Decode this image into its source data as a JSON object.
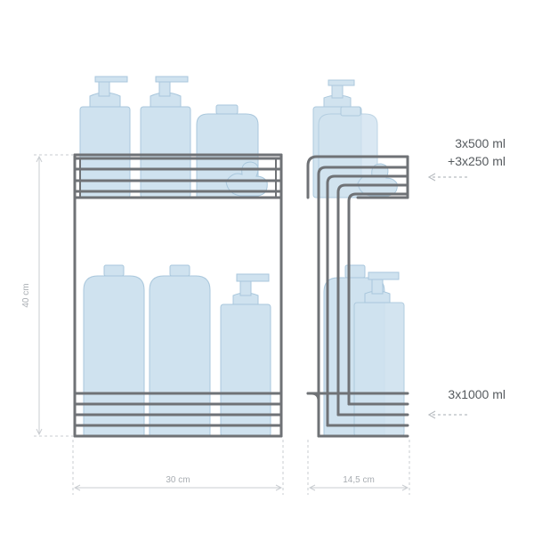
{
  "dimensions": {
    "height": "40 cm",
    "width_front": "30 cm",
    "width_side": "14,5 cm"
  },
  "capacity": {
    "top_shelf_line1": "3x500 ml",
    "top_shelf_line2": "+3x250 ml",
    "bottom_shelf": "3x1000 ml"
  },
  "colors": {
    "wire": "#6f7276",
    "bottle_fill": "#cfe2ef",
    "bottle_stroke": "#a9c7dc",
    "dimension_line": "#c9cdd1",
    "arrow": "#b8bcc0"
  },
  "icons": [
    "pump-bottle-icon",
    "refill-bottle-icon",
    "rubber-duck-icon",
    "arrow-left-icon"
  ]
}
